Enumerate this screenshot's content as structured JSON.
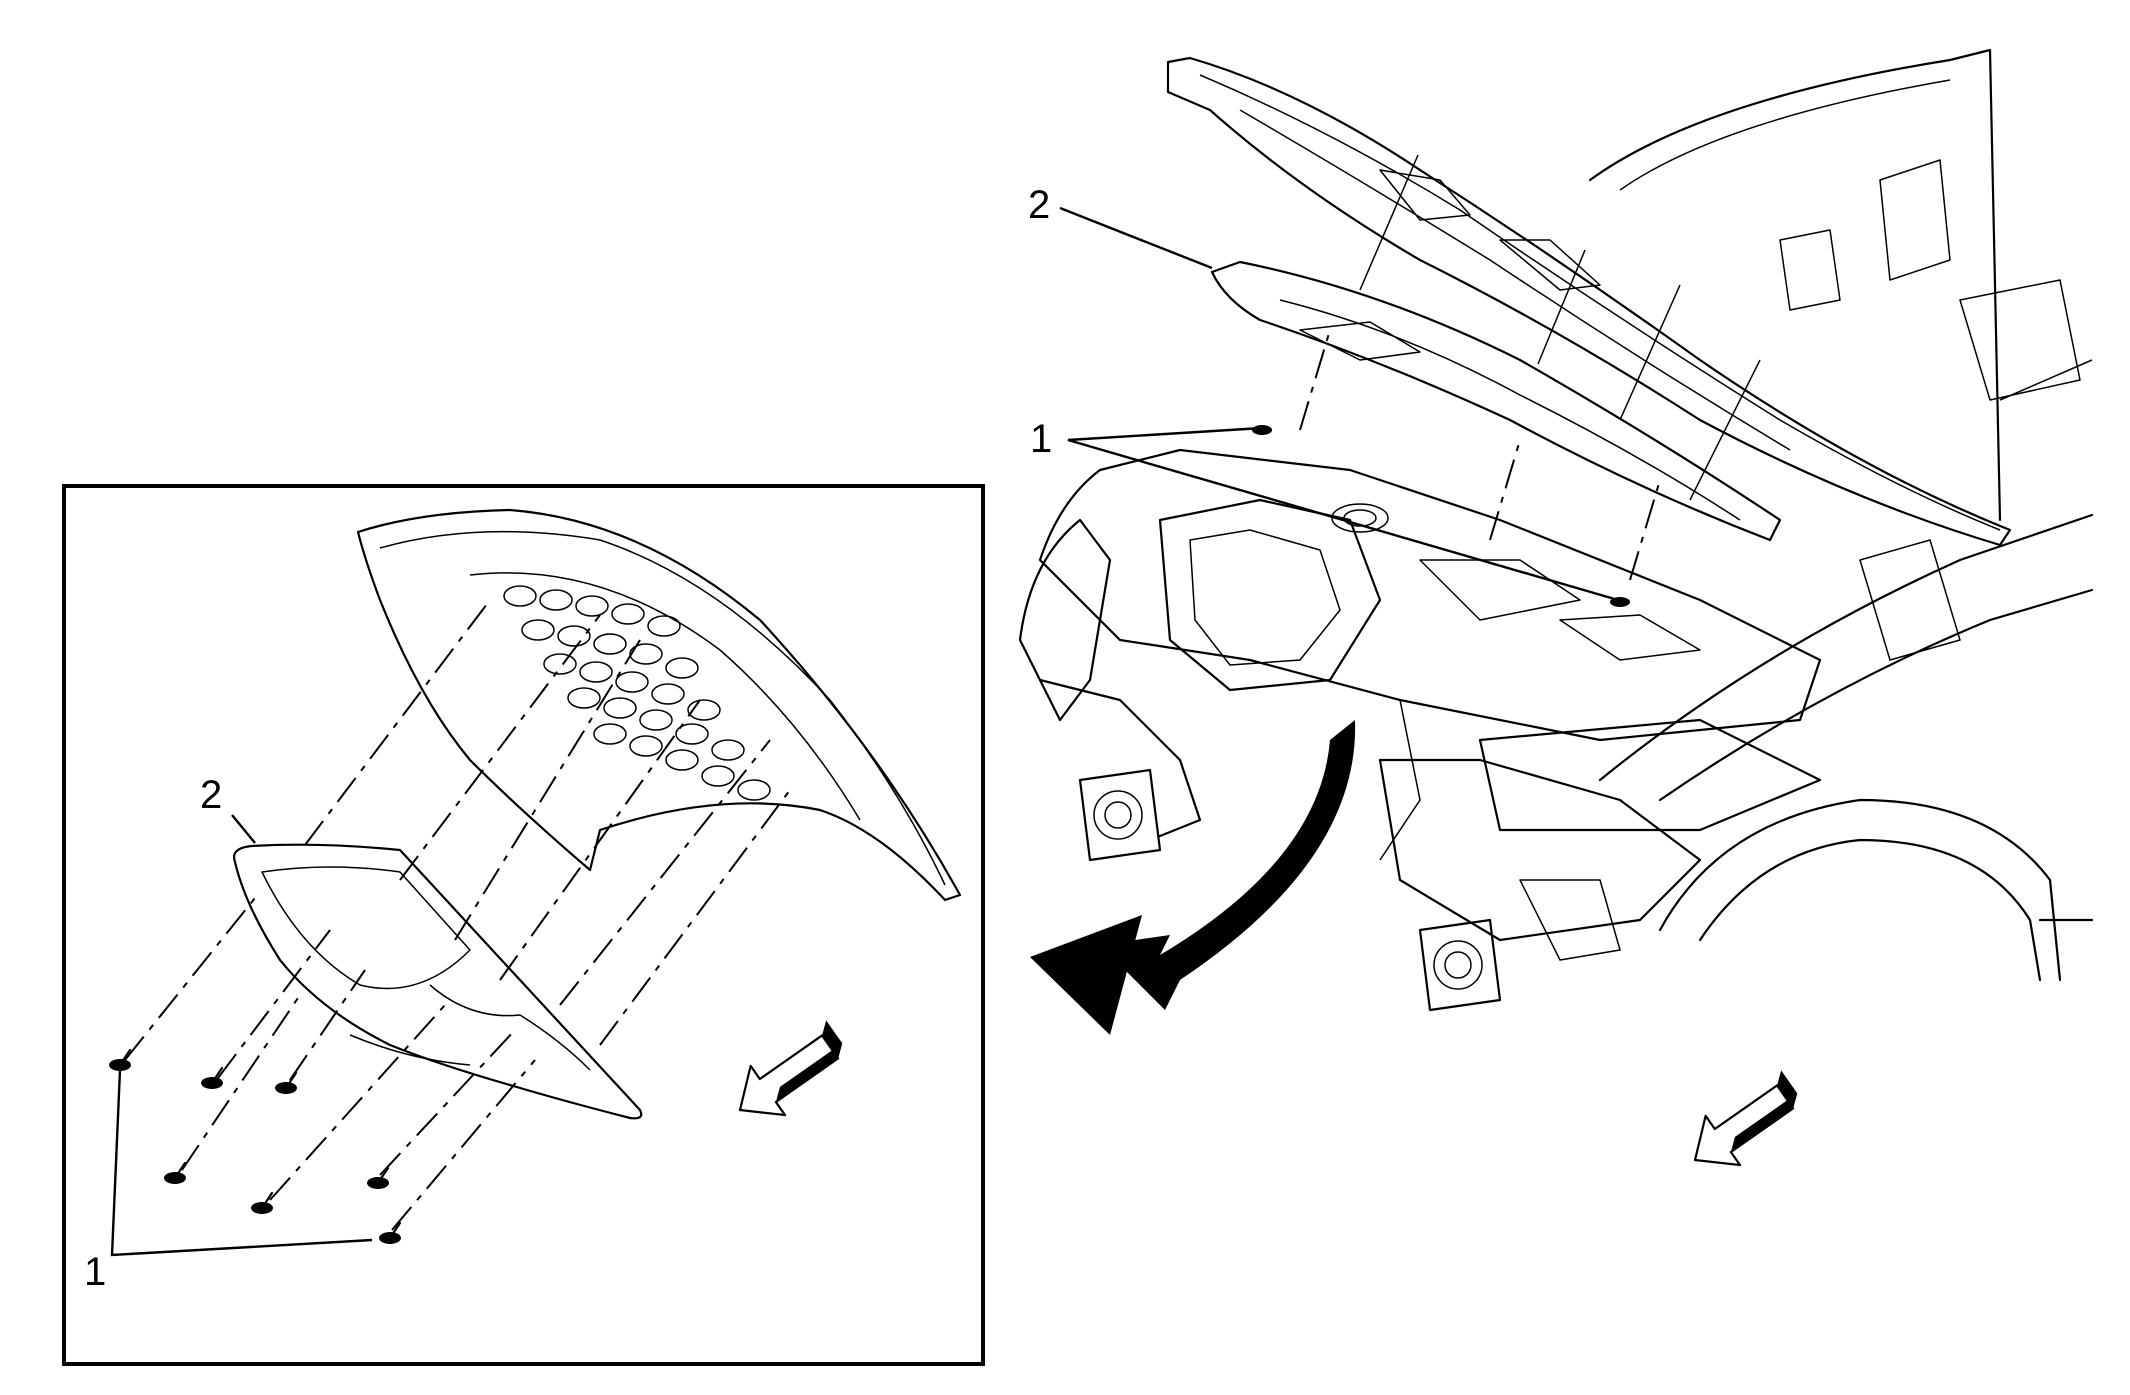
{
  "callouts": {
    "main_insulator": "2",
    "main_retainers": "1",
    "detail_insulator": "2",
    "detail_retainers": "1"
  },
  "icons": {
    "direction_arrow": "front-direction-arrow-icon",
    "rotation_arrow": "curved-rotation-arrow-icon",
    "retainer": "push-pin-retainer-icon"
  },
  "colors": {
    "line": "#000000",
    "background": "#ffffff"
  }
}
